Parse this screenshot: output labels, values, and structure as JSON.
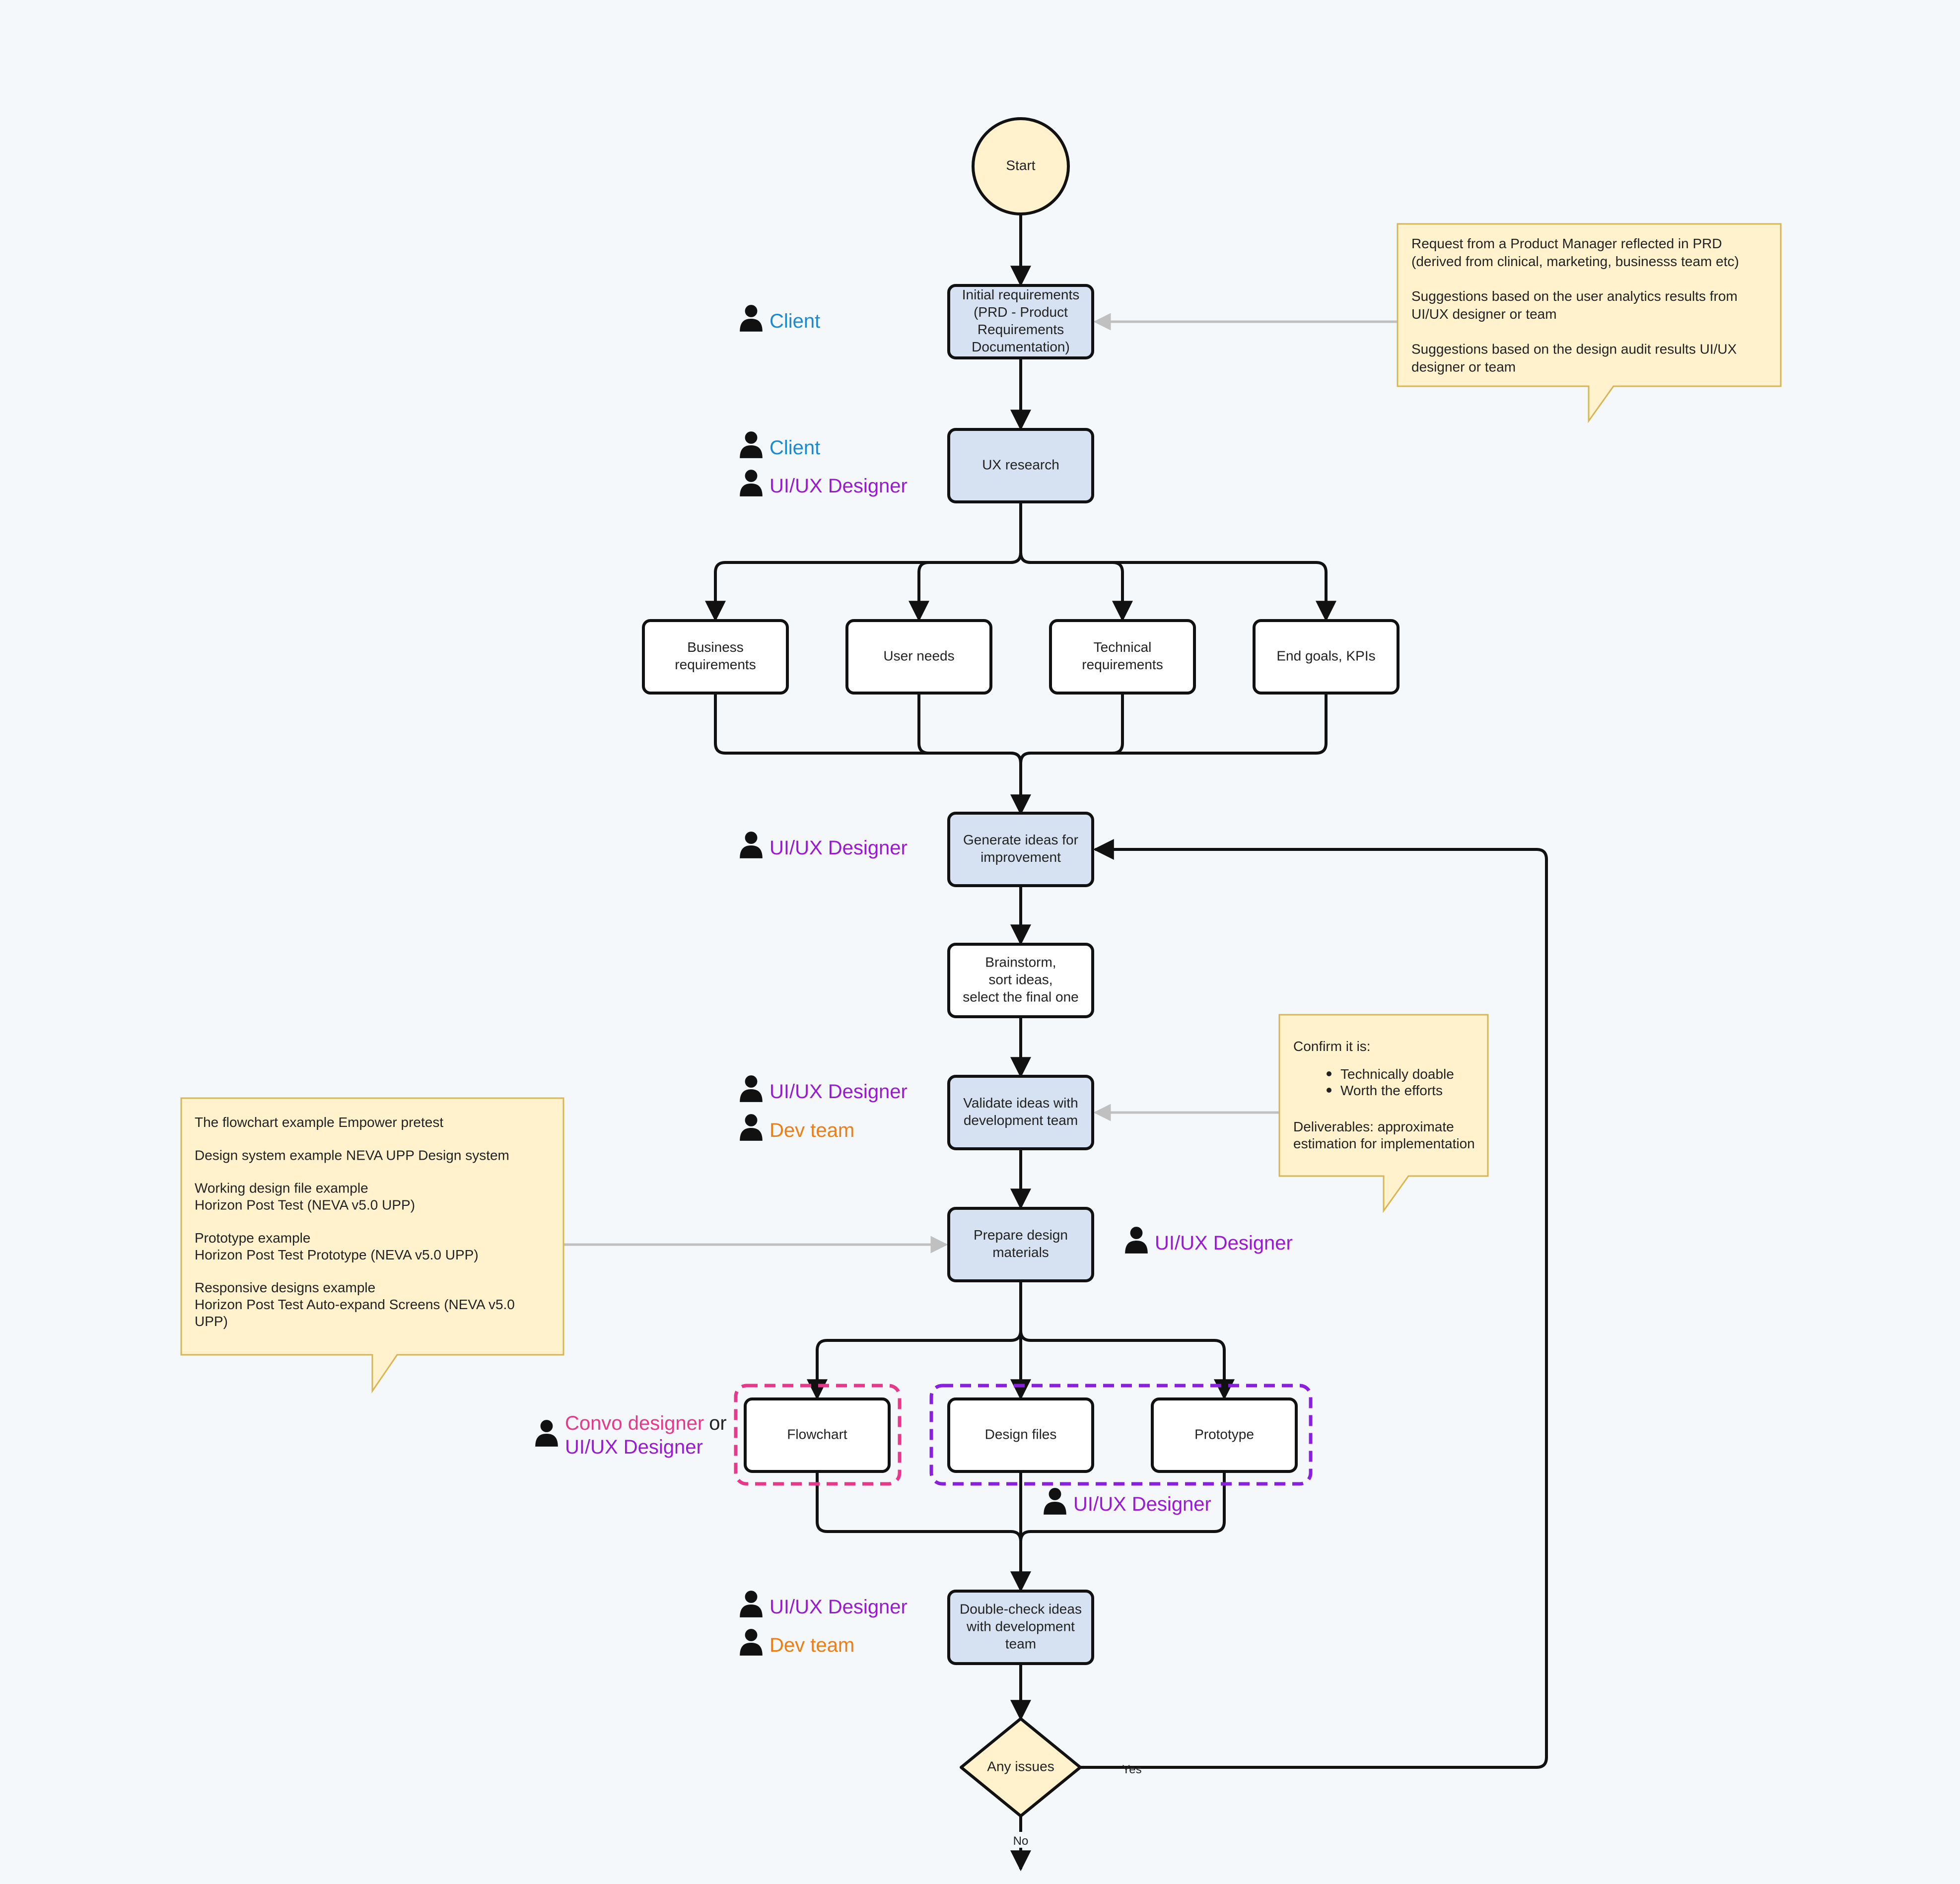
{
  "nodes": {
    "start": "Start",
    "initial_requirements": [
      "Initial requirements",
      "(PRD - Product",
      "Requirements",
      "Documentation)"
    ],
    "ux_research": [
      "UX research"
    ],
    "business_requirements": [
      "Business",
      "requirements"
    ],
    "user_needs": [
      "User needs"
    ],
    "technical_requirements": [
      "Technical",
      "requirements"
    ],
    "end_goals": [
      "End goals, KPIs"
    ],
    "generate_ideas": [
      "Generate ideas for",
      "improvement"
    ],
    "brainstorm": [
      "Brainstorm,",
      "sort ideas,",
      "select the final one"
    ],
    "validate_ideas": [
      "Validate ideas with",
      "development team"
    ],
    "prepare_materials": [
      "Prepare design",
      "materials"
    ],
    "flowchart": [
      "Flowchart"
    ],
    "design_files": [
      "Design files"
    ],
    "prototype": [
      "Prototype"
    ],
    "double_check": [
      "Double-check ideas",
      "with development",
      "team"
    ],
    "any_issues": "Any issues"
  },
  "edge_labels": {
    "yes": "Yes",
    "no": "No"
  },
  "notes": {
    "request_note": [
      "Request from a Product Manager reflected in PRD",
      "(derived from clinical, marketing, businesss team etc)",
      "",
      "Suggestions based on the user analytics results from",
      "UI/UX designer or team",
      "",
      "Suggestions based on the design audit results UI/UX",
      "designer or team"
    ],
    "confirm_note": {
      "intro": "Confirm it is:",
      "bullets": [
        "Technically doable",
        "Worth the efforts"
      ],
      "footer": [
        "Deliverables: approximate",
        "estimation for implementation"
      ]
    },
    "examples_note": [
      "The flowchart example Empower pretest",
      "",
      "Design system example NEVA UPP Design system",
      "",
      "Working design file example",
      "Horizon Post Test (NEVA v5.0 UPP)",
      "",
      "Prototype example",
      "Horizon Post Test Prototype (NEVA v5.0 UPP)",
      "",
      "Responsive designs example",
      "Horizon Post Test Auto-expand Screens (NEVA v5.0",
      "UPP)"
    ]
  },
  "roles": {
    "client": "Client",
    "uiux_designer": "UI/UX Designer",
    "dev_team": "Dev team",
    "convo_designer": "Convo designer",
    "or": "or"
  },
  "colors": {
    "background": "#f5f8fb",
    "process_fill": "#d6e2f2",
    "plain_fill": "#ffffff",
    "start_fill": "#fff2cc",
    "note_fill": "#fff2cc",
    "note_stroke": "#d6b656",
    "client": "#1a8ad4",
    "uiux_designer": "#9a1ad4",
    "dev_team": "#f07d14",
    "convo_designer": "#e8388a",
    "pink_group": "#e8388a",
    "purple_group": "#8a1fe0",
    "edge": "#111111",
    "note_edge": "#c0c0c0"
  }
}
